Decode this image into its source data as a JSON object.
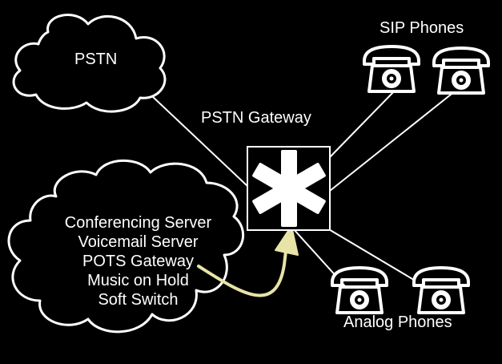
{
  "labels": {
    "pstn": "PSTN",
    "pstn_gateway": "PSTN Gateway",
    "sip_phones": "SIP Phones",
    "analog_phones": "Analog Phones"
  },
  "services": [
    "Conferencing Server",
    "Voicemail Server",
    "POTS Gateway",
    "Music on Hold",
    "Soft Switch"
  ],
  "colors": {
    "background": "#000000",
    "foreground": "#ffffff",
    "arrow": "#e8e4a8"
  },
  "icons": {
    "hub": "asterisk-icon",
    "phone": "telephone-icon"
  }
}
